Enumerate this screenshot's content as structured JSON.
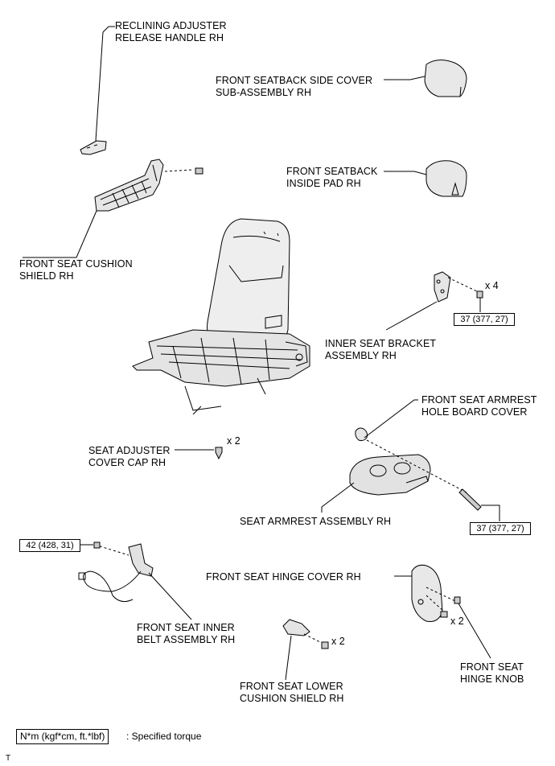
{
  "labels": {
    "reclining_adjuster": [
      "RECLINING ADJUSTER",
      "RELEASE HANDLE RH"
    ],
    "seatback_side_cover": [
      "FRONT SEATBACK SIDE COVER",
      "SUB-ASSEMBLY RH"
    ],
    "seatback_inside_pad": [
      "FRONT SEATBACK",
      "INSIDE PAD RH"
    ],
    "seat_cushion_shield": [
      "FRONT SEAT CUSHION",
      "SHIELD RH"
    ],
    "inner_seat_bracket": [
      "INNER SEAT BRACKET",
      "ASSEMBLY RH"
    ],
    "armrest_hole_board": [
      "FRONT SEAT ARMREST",
      "HOLE BOARD COVER"
    ],
    "adjuster_cover_cap": [
      "SEAT ADJUSTER",
      "COVER CAP RH"
    ],
    "armrest_assembly": [
      "SEAT ARMREST ASSEMBLY RH"
    ],
    "hinge_cover": [
      "FRONT SEAT HINGE COVER RH"
    ],
    "inner_belt": [
      "FRONT SEAT INNER",
      "BELT ASSEMBLY RH"
    ],
    "hinge_knob": [
      "FRONT SEAT",
      "HINGE KNOB"
    ],
    "lower_cushion_shield": [
      "FRONT SEAT LOWER",
      "CUSHION SHIELD RH"
    ]
  },
  "torques": {
    "bracket_bolt": "37 (377, 27)",
    "armrest_bolt": "37 (377, 27)",
    "belt_bolt": "42 (428, 31)"
  },
  "quantities": {
    "bracket_bolts": "x 4",
    "cover_cap": "x 2",
    "hinge_screws": "x 2",
    "lower_shield_screws": "x 2"
  },
  "legend": {
    "box": "N*m (kgf*cm, ft.*lbf)",
    "text": ": Specified torque"
  },
  "corner_mark": "T"
}
